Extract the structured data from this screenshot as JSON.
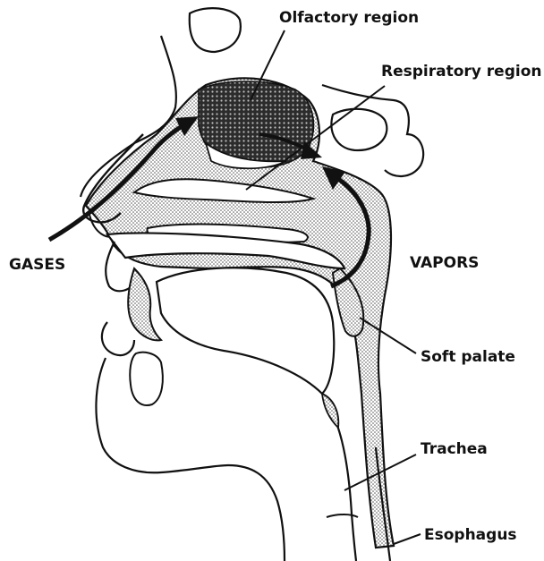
{
  "diagram": {
    "labels": {
      "olfactory_region": "Olfactory region",
      "respiratory_region": "Respiratory region",
      "gases": "GASES",
      "vapors": "VAPORS",
      "soft_palate": "Soft palate",
      "trachea": "Trachea",
      "esophagus": "Esophagus"
    },
    "colors": {
      "ink": "#111111",
      "airway_fill": "#d9d9d9",
      "olfactory_fill": "#3a3a3a",
      "background": "#ffffff"
    }
  }
}
